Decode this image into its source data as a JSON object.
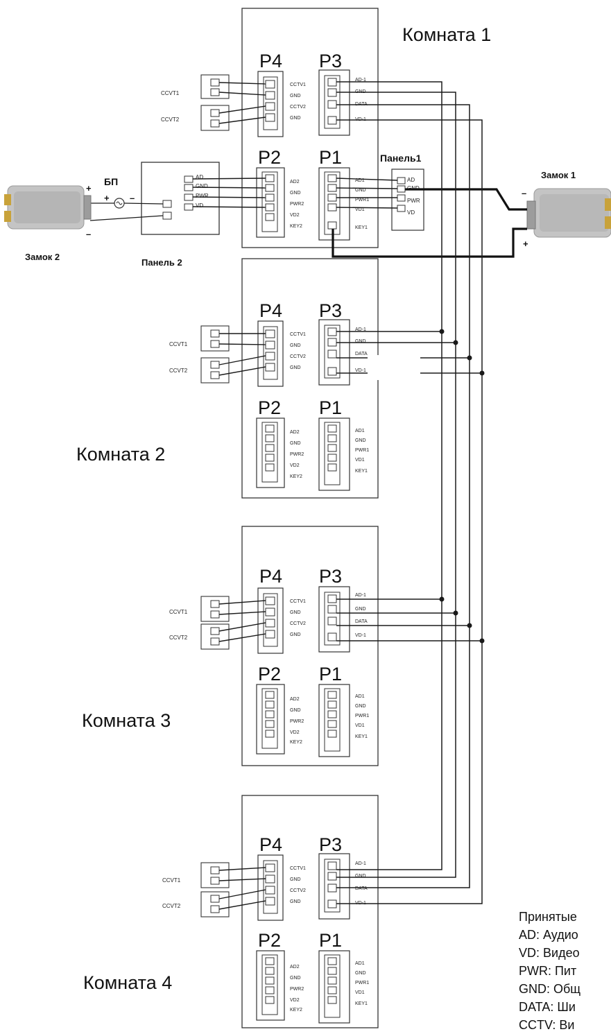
{
  "rooms": [
    {
      "name": "Комната 1"
    },
    {
      "name": "Комната 2"
    },
    {
      "name": "Комната 3"
    },
    {
      "name": "Комната 4"
    }
  ],
  "ports": {
    "p1": {
      "title": "P1",
      "pins": [
        "AD1",
        "GND",
        "PWR1",
        "VD1",
        "KEY1"
      ]
    },
    "p2": {
      "title": "P2",
      "pins": [
        "AD2",
        "GND",
        "PWR2",
        "VD2",
        "KEY2"
      ]
    },
    "p3": {
      "title": "P3",
      "pins": [
        "AD-1",
        "GND",
        "DATA",
        "VD-1"
      ]
    },
    "p4": {
      "title": "P4",
      "pins": [
        "CCTV1",
        "GND",
        "CCTV2",
        "GND"
      ]
    }
  },
  "cctv": {
    "cam1": "CCVT1",
    "cam2": "CCVT2"
  },
  "devices": {
    "lock1": "Замок 1",
    "lock2": "Замок 2",
    "panel1": "Панель1",
    "panel2": "Панель 2",
    "psu": "БП",
    "plus": "+",
    "minus": "–"
  },
  "panel1_pins": [
    "AD",
    "GND",
    "PWR",
    "VD"
  ],
  "panel2_pins": [
    "AD",
    "GND",
    "PWR",
    "VD"
  ],
  "legend": {
    "title": "Принятые",
    "items": [
      "AD: Аудио",
      "VD: Видео",
      "PWR: Пит",
      "GND: Общ",
      "DATA: Ши",
      "CCTV: Ви"
    ]
  },
  "colors": {
    "line": "#1a1a1a",
    "box": "#333333",
    "lock": "#bdbdbd",
    "lockEnd": "#c8a23a"
  }
}
